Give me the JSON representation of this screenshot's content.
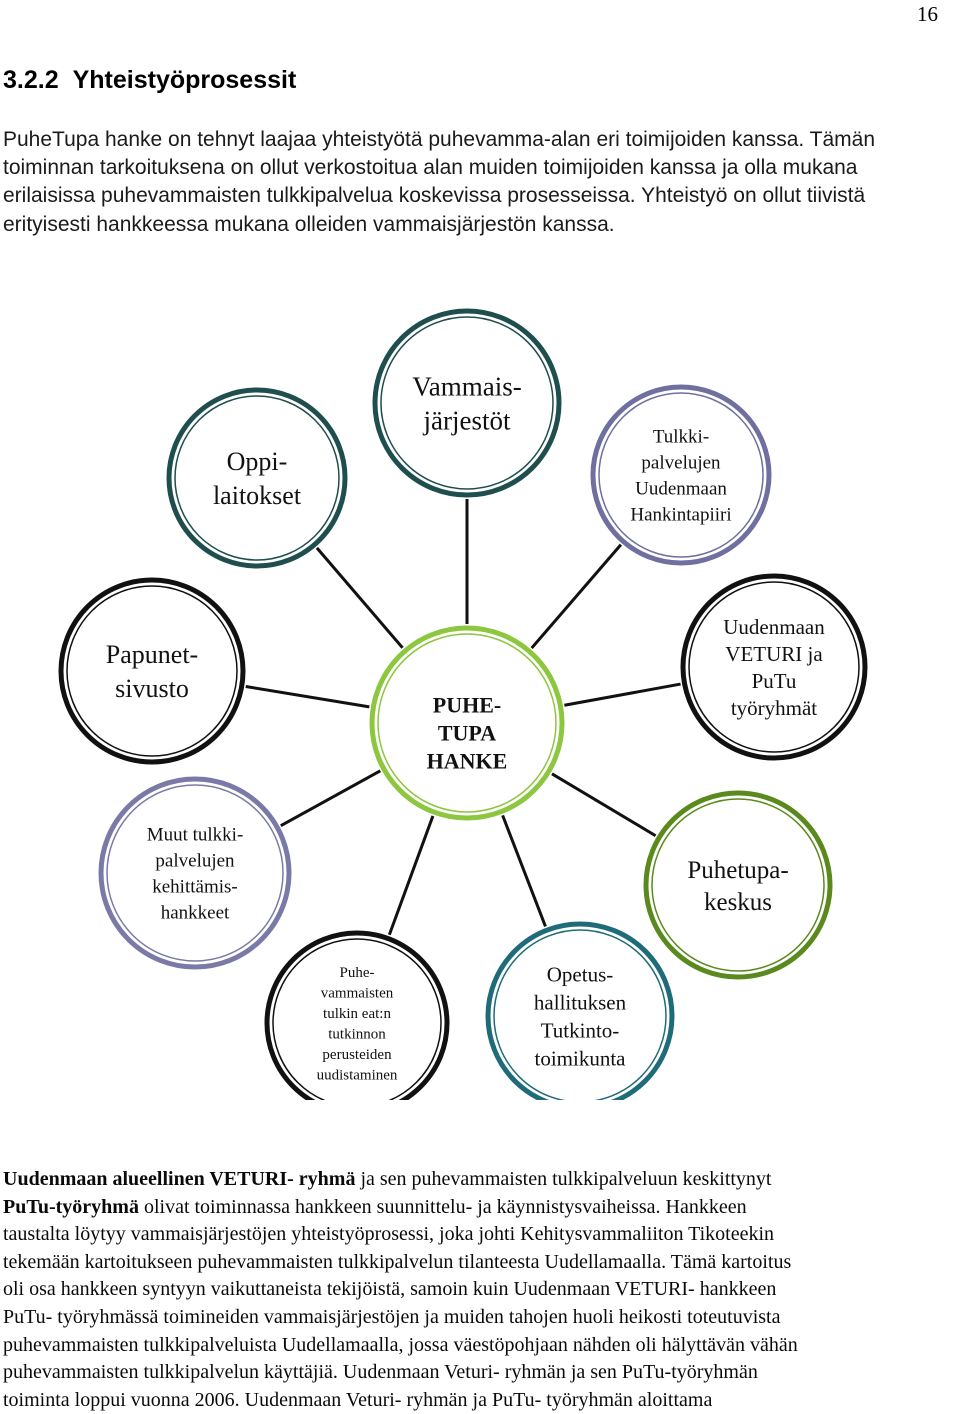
{
  "page_number": "16",
  "section": {
    "number": "3.2.2",
    "title": "Yhteistyöprosessit"
  },
  "intro_lines": [
    "PuheTupa hanke on tehnyt laajaa yhteistyötä puhevamma-alan eri toimijoiden kanssa. Tämän",
    "toiminnan tarkoituksena on ollut verkostoitua alan muiden toimijoiden kanssa ja olla mukana",
    "erilaisissa puhevammaisten tulkkipalvelua koskevissa prosesseissa. Yhteistyö on ollut tiivistä",
    "erityisesti hankkeessa mukana olleiden vammaisjärjestön kanssa."
  ],
  "diagram": {
    "center": {
      "lines": [
        "PUHE-",
        "TUPA",
        "HANKE"
      ],
      "color": "#8dc63f"
    },
    "nodes": [
      {
        "id": "oppilaitokset",
        "lines": [
          "Oppi-",
          "laitokset"
        ],
        "color": "#1f4e4e"
      },
      {
        "id": "vammaisjarjestot",
        "lines": [
          "Vammais-",
          "järjestöt"
        ],
        "color": "#1f4e4e"
      },
      {
        "id": "tulkkipalvelujen",
        "lines": [
          "Tulkki-",
          "palvelujen",
          "Uudenmaan",
          "Hankintapiiri"
        ],
        "color": "#6f6fa0"
      },
      {
        "id": "papunet",
        "lines": [
          "Papunet-",
          "sivusto"
        ],
        "color": "#111111"
      },
      {
        "id": "veturi",
        "lines": [
          "Uudenmaan",
          "VETURI ja",
          "PuTu",
          "työryhmät"
        ],
        "color": "#111111"
      },
      {
        "id": "muut",
        "lines": [
          "Muut tulkki-",
          "palvelujen",
          "kehittämis-",
          "hankkeet"
        ],
        "color": "#7a7aa8"
      },
      {
        "id": "puhetupakeskus",
        "lines": [
          "Puhetupa-",
          "keskus"
        ],
        "color": "#5a8a1e"
      },
      {
        "id": "tulkinkoulutus",
        "lines": [
          "Puhe-",
          "vammaisten",
          "tulkin eat:n",
          "tutkinnon",
          "perusteiden",
          "uudistaminen"
        ],
        "color": "#111111"
      },
      {
        "id": "opetushallitus",
        "lines": [
          "Opetus-",
          "hallituksen",
          "Tutkinto-",
          "toimikunta"
        ],
        "color": "#1f6b7a"
      }
    ]
  },
  "body_lines": [
    [
      {
        "b": true,
        "t": "Uudenmaan alueellinen VETURI- ryhmä"
      },
      {
        "b": false,
        "t": " ja sen puhevammaisten tulkkipalveluun keskittynyt"
      }
    ],
    [
      {
        "b": true,
        "t": "PuTu-työryhmä"
      },
      {
        "b": false,
        "t": " olivat toiminnassa hankkeen suunnittelu- ja käynnistysvaiheissa. Hankkeen"
      }
    ],
    [
      {
        "b": false,
        "t": "taustalta löytyy vammaisjärjestöjen yhteistyöprosessi, joka johti Kehitysvammaliiton Tikoteekin"
      }
    ],
    [
      {
        "b": false,
        "t": "tekemään kartoitukseen puhevammaisten tulkkipalvelun tilanteesta Uudellamaalla. Tämä kartoitus"
      }
    ],
    [
      {
        "b": false,
        "t": "oli osa hankkeen syntyyn vaikuttaneista tekijöistä, samoin kuin Uudenmaan VETURI- hankkeen"
      }
    ],
    [
      {
        "b": false,
        "t": "PuTu- työryhmässä toimineiden vammaisjärjestöjen ja muiden tahojen huoli heikosti toteutuvista"
      }
    ],
    [
      {
        "b": false,
        "t": "puhevammaisten tulkkipalveluista Uudellamaalla, jossa väestöpohjaan nähden oli hälyttävän vähän"
      }
    ],
    [
      {
        "b": false,
        "t": "puhevammaisten tulkkipalvelun käyttäjiä. Uudenmaan Veturi- ryhmän ja sen PuTu-työryhmän"
      }
    ],
    [
      {
        "b": false,
        "t": "toiminta loppui vuonna 2006. Uudenmaan Veturi- ryhmän ja PuTu- työryhmän aloittama"
      }
    ]
  ]
}
